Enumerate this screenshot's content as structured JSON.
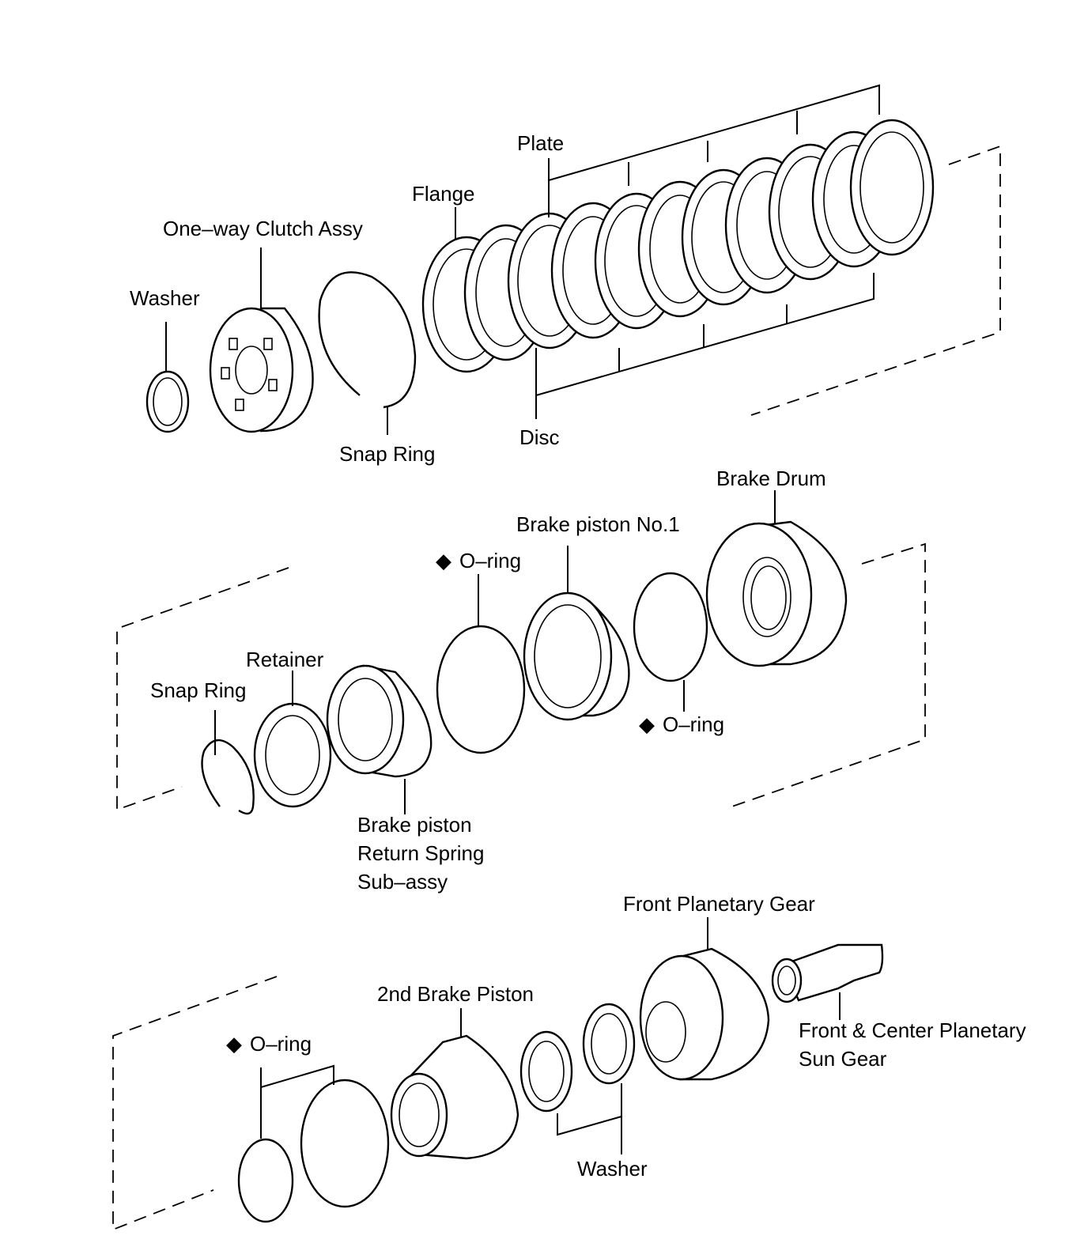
{
  "diagram": {
    "labels": {
      "plate": "Plate",
      "flange": "Flange",
      "one_way_clutch": "One–way Clutch Assy",
      "washer_top": "Washer",
      "snap_ring_top": "Snap Ring",
      "disc": "Disc",
      "brake_drum": "Brake Drum",
      "brake_piston_no1": "Brake piston No.1",
      "o_ring_mid_upper": "O–ring",
      "retainer": "Retainer",
      "snap_ring_mid": "Snap Ring",
      "o_ring_mid_lower": "O–ring",
      "return_spring_1": "Brake piston",
      "return_spring_2": "Return Spring",
      "return_spring_3": "Sub–assy",
      "front_planetary_gear": "Front Planetary Gear",
      "second_brake_piston": "2nd Brake Piston",
      "o_ring_bottom": "O–ring",
      "sun_gear_1": "Front & Center Planetary",
      "sun_gear_2": "Sun Gear",
      "washer_bottom": "Washer"
    },
    "marker_symbol": "◆"
  }
}
